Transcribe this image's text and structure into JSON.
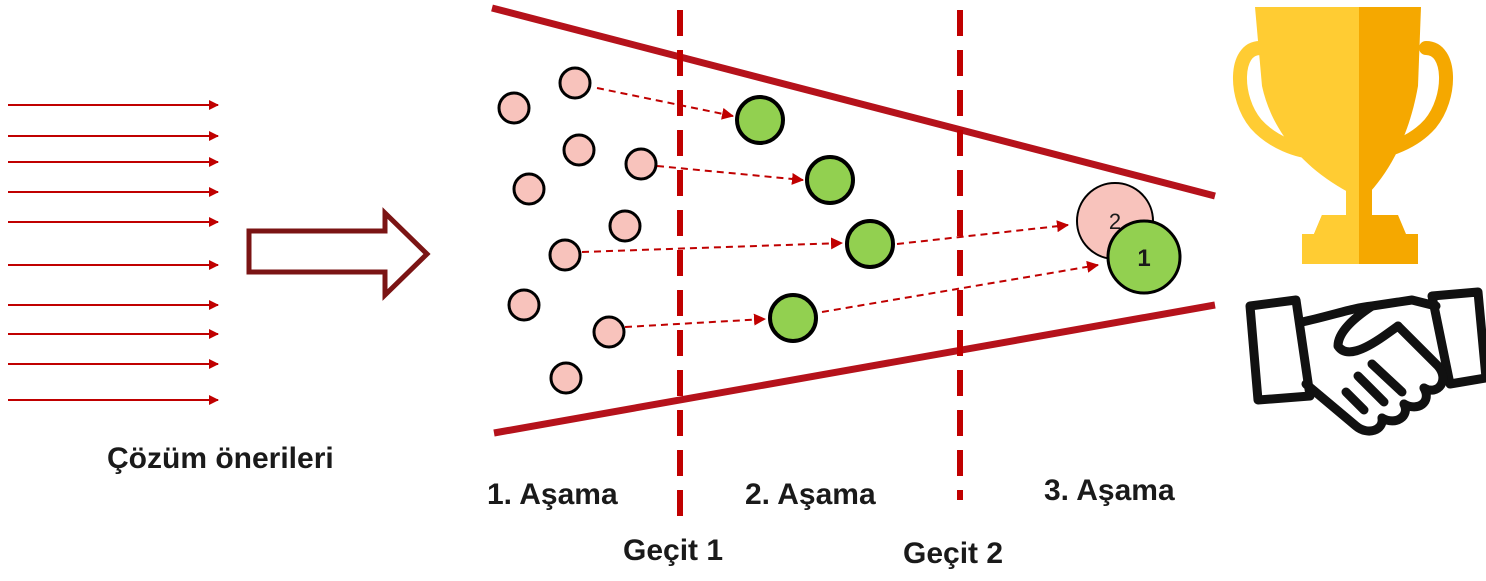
{
  "labels": {
    "solutions": "Çözüm önerileri",
    "stage1": "1. Aşama",
    "stage2": "2. Aşama",
    "stage3": "3. Aşama",
    "gate1": "Geçit 1",
    "gate2": "Geçit 2",
    "badge2": "2",
    "badge1": "1"
  },
  "icons": {
    "trophy": "trophy-icon",
    "handshake": "handshake-icon"
  },
  "colors": {
    "dark_red": "#c00000",
    "funnel": "#b5121b",
    "outline_arrow": "#7b1414",
    "pink_fill": "#f8c3bc",
    "green_fill": "#92d050",
    "trophy_light": "#ffcc33",
    "trophy_dark": "#f5a800"
  }
}
